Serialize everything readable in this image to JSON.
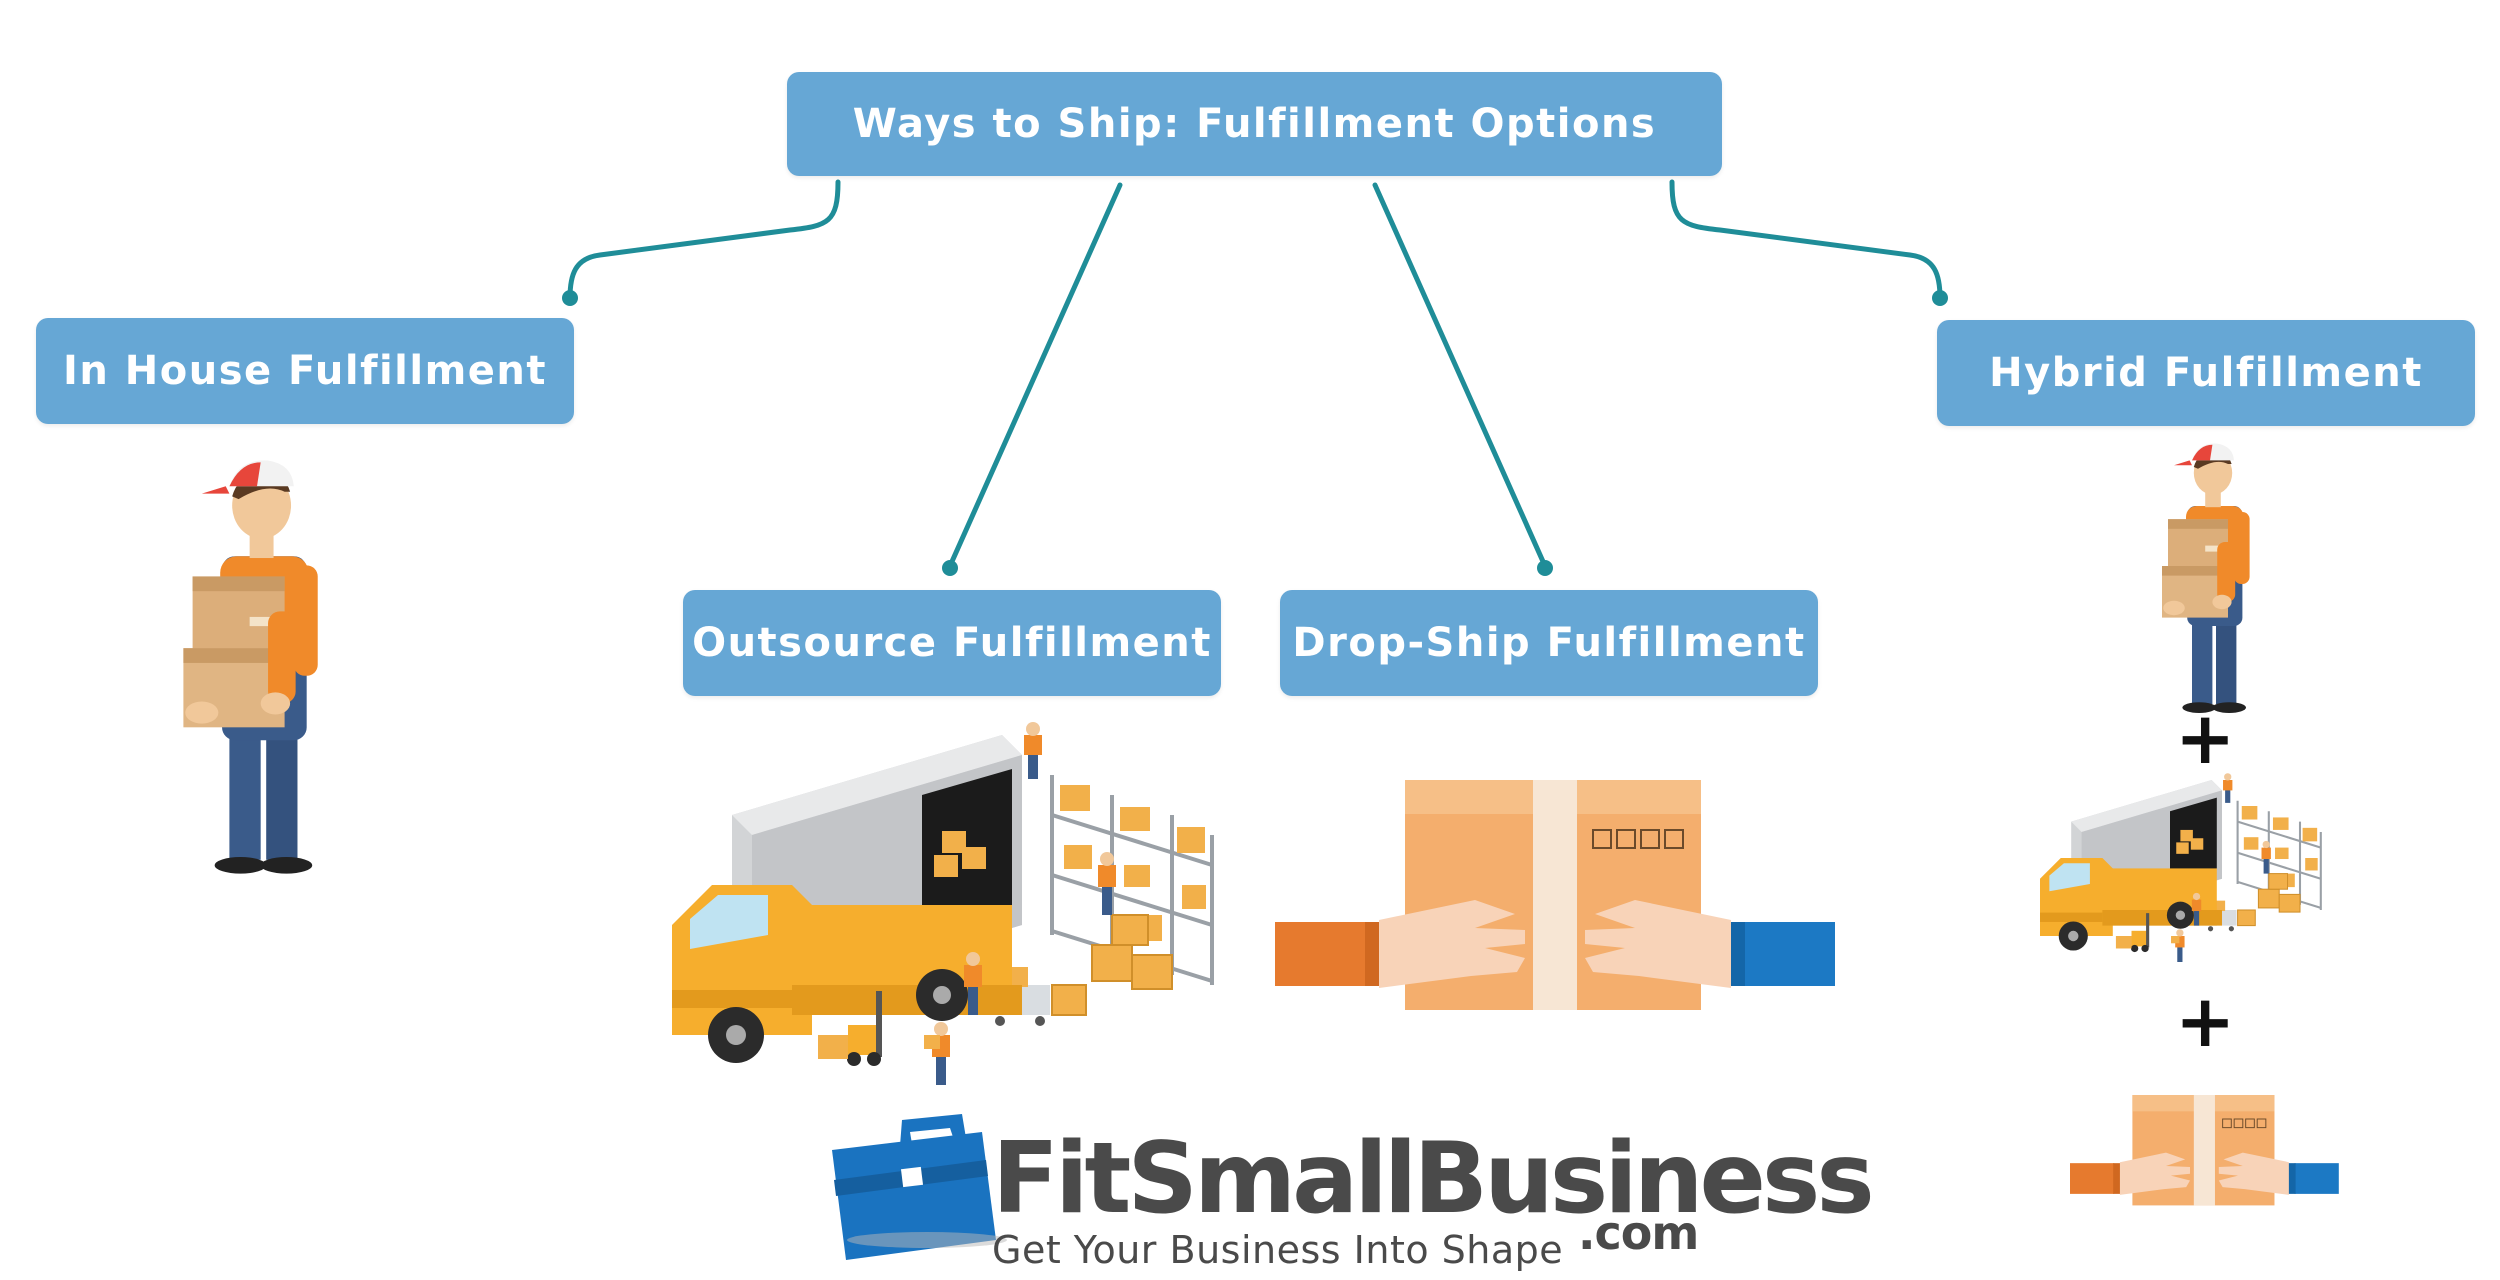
{
  "diagram": {
    "root": {
      "label": "Ways to Ship: Fulfillment Options"
    },
    "options": [
      {
        "id": "in-house",
        "label": "In House Fulfillment"
      },
      {
        "id": "outsource",
        "label": "Outsource Fulfillment"
      },
      {
        "id": "drop-ship",
        "label": "Drop-Ship Fulfillment"
      },
      {
        "id": "hybrid",
        "label": "Hybrid Fulfillment"
      }
    ],
    "hybrid_operator": "+"
  },
  "colors": {
    "node_fill": "#66a7d5",
    "node_text": "#ffffff",
    "connector": "#1f8d98",
    "box_orange": "#f5b06e",
    "uniform_orange": "#f08a2a",
    "uniform_blue": "#3a5b8a",
    "truck_yellow": "#f6ae2d",
    "logo_blue": "#1a73c0",
    "logo_text": "#4a4a4a"
  },
  "icons": [
    "worker-with-boxes-icon",
    "warehouse-truck-icon",
    "handoff-box-icon",
    "briefcase-logo-icon"
  ],
  "logo": {
    "name": "FitSmallBusiness",
    "tagline": "Get Your Business Into Shape",
    "suffix": ".com"
  }
}
